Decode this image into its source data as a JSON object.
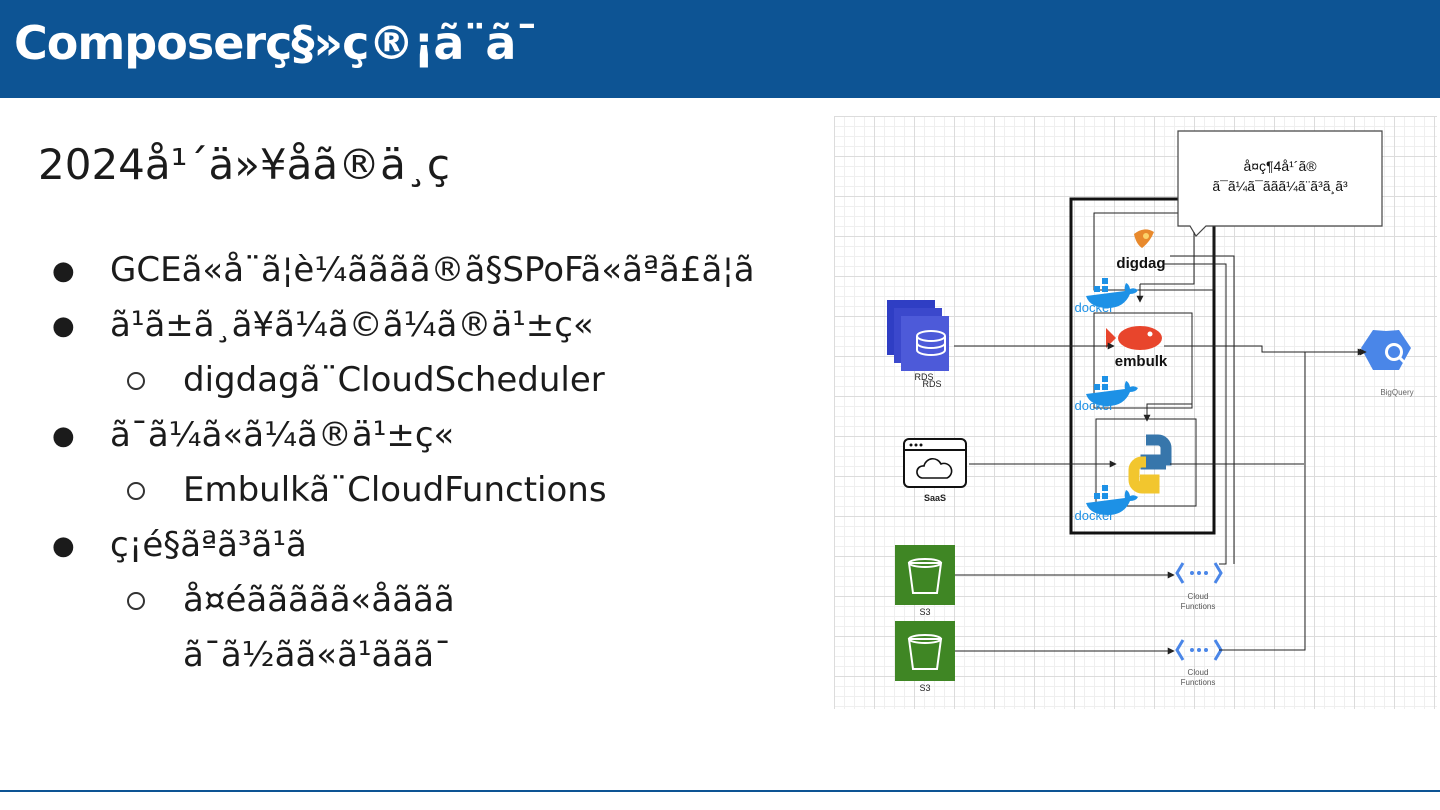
{
  "header": {
    "title": "Composerç§»ç®¡ã¨ã¯"
  },
  "subtitle": "2024å¹´ä»¥åã®ä¸ç",
  "bullets": [
    {
      "level": 1,
      "text": "GCEã«å¨ã¦è¼ãããã®ã§SPoFã«ãªã£ã¦ã"
    },
    {
      "level": 1,
      "text": "ã¹ã±ã¸ã¥ã¼ã©ã¼ã®ä¹±ç«"
    },
    {
      "level": 2,
      "text": "digdagã¨CloudScheduler"
    },
    {
      "level": 1,
      "text": "ã¯ã¼ã«ã¼ã®ä¹±ç«"
    },
    {
      "level": 2,
      "text": "Embulkã¨CloudFunctions"
    },
    {
      "level": 1,
      "text": "ç¡é§ãªã³ã¹ã"
    },
    {
      "level": 2,
      "text": "å¤éããããã«åããã"
    },
    {
      "level": 2,
      "text": "ã¯ã½ãã«ã¹ããã¯"
    }
  ],
  "diagram": {
    "callout_line1": "å¤ç¶4å¹´ã®",
    "callout_line2": "ã¯ã¼ã¯ãã­ã¼ã¨ã³ã¸ã³",
    "digdag": "digdag",
    "embulk": "embulk",
    "docker": "docker",
    "rds_a": "RDS",
    "rds_b": "RDS",
    "saas": "SaaS",
    "s3": "S3",
    "cloud": "Cloud",
    "functions": "Functions",
    "bigquery": "BigQuery",
    "colors": {
      "aws_blue": "#3b48cc",
      "aws_green": "#3f8624",
      "docker_blue": "#1d91e6",
      "gcp_blue": "#4a86e8",
      "embulk_red": "#e8452c"
    }
  }
}
